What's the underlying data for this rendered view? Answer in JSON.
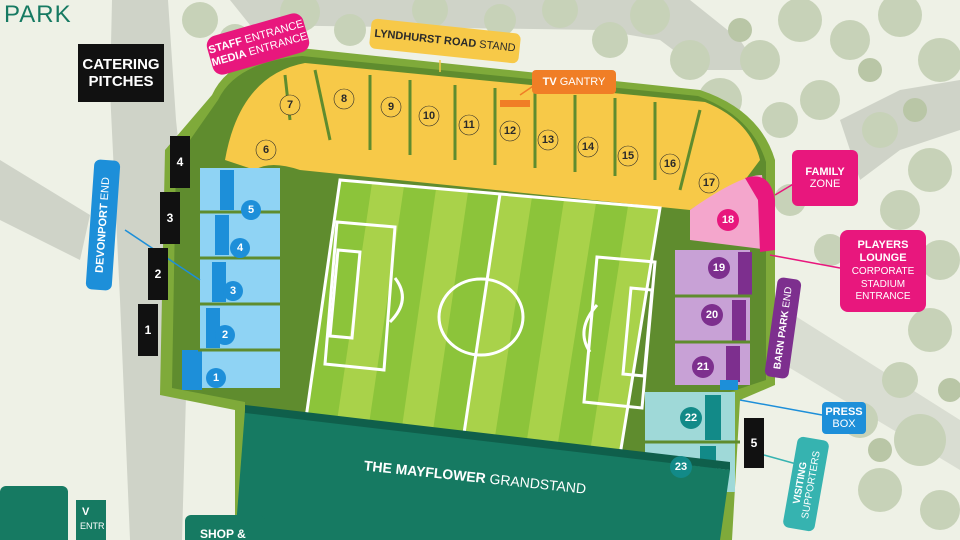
{
  "park_label": "PARK",
  "catering": "CATERING PITCHES",
  "staff_entrance": {
    "strong": "STAFF",
    "light": "ENTRANCE"
  },
  "media_entrance": {
    "strong": "MEDIA",
    "light": "ENTRANCE"
  },
  "north_stand": {
    "strong": "LYNDHURST ROAD",
    "light": "STAND"
  },
  "tv_gantry": {
    "strong": "TV",
    "light": "GANTRY"
  },
  "family_zone": {
    "strong": "FAMILY",
    "light": "ZONE"
  },
  "players_lounge": {
    "strong": "PLAYERS LOUNGE",
    "light1": "CORPORATE",
    "light2": "STADIUM",
    "light3": "ENTRANCE"
  },
  "devonport_end": {
    "strong": "DEVONPORT",
    "light": "END"
  },
  "barn_park_end": {
    "strong": "BARN PARK",
    "light": "END"
  },
  "press_box": {
    "strong": "PRESS",
    "light": "BOX"
  },
  "grandstand": {
    "strong": "THE MAYFLOWER",
    "light": "GRANDSTAND"
  },
  "visiting_supporters": {
    "strong": "VISITING",
    "light": "SUPPORTERS"
  },
  "partial_labels": {
    "bottom_left": "V",
    "bottom_left_2": "ENTR",
    "bottom_mid": "SHOP &"
  },
  "gates": [
    "4",
    "3",
    "2",
    "1",
    "5"
  ],
  "blocks": {
    "north": [
      "6",
      "7",
      "8",
      "9",
      "10",
      "11",
      "12",
      "13",
      "14",
      "15",
      "16",
      "17"
    ],
    "family": "18",
    "west": [
      "5",
      "4",
      "3",
      "2",
      "1"
    ],
    "east": [
      "19",
      "20",
      "21"
    ],
    "southeast": [
      "22",
      "23"
    ]
  },
  "colors": {
    "north_stand": "#f7c948",
    "west_stand": "#8fd3f4",
    "east_stand": "#9a5ba6",
    "southeast_stand": "#36b3b0",
    "family": "#e8177d",
    "grandstand": "#167a62",
    "pitch_light": "#a9d24a",
    "pitch_dark": "#8cc43a",
    "tv": "#f07e26",
    "press": "#1d8fd9"
  }
}
